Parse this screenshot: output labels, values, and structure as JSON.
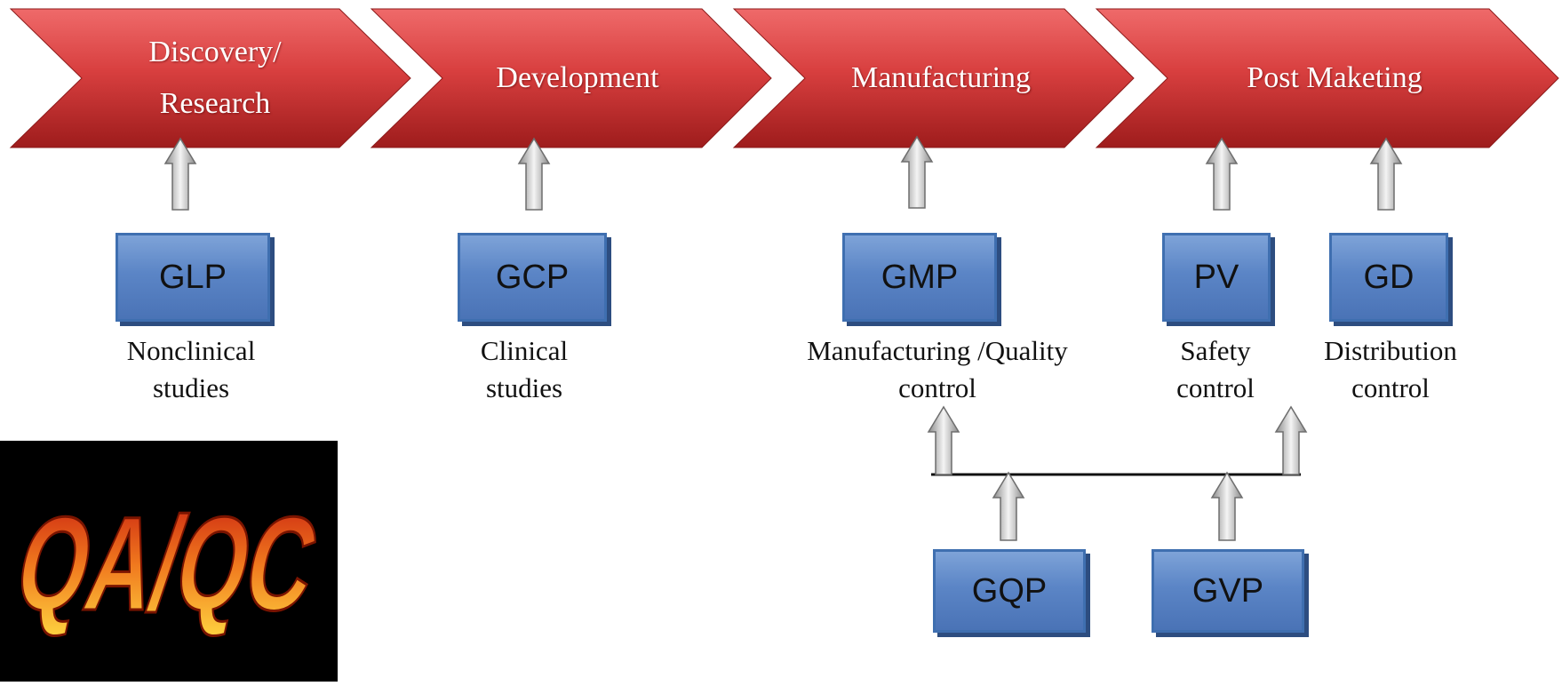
{
  "stages": [
    {
      "id": "discovery",
      "label": "Discovery/\nResearch"
    },
    {
      "id": "development",
      "label": "Development"
    },
    {
      "id": "manufacturing",
      "label": "Manufacturing"
    },
    {
      "id": "post-marketing",
      "label": "Post Maketing"
    }
  ],
  "practice_boxes": [
    {
      "id": "glp",
      "label": "GLP",
      "caption": "Nonclinical\nstudies"
    },
    {
      "id": "gcp",
      "label": "GCP",
      "caption": "Clinical\nstudies"
    },
    {
      "id": "gmp",
      "label": "GMP",
      "caption": "Manufacturing /Quality\ncontrol"
    },
    {
      "id": "pv",
      "label": "PV",
      "caption": "Safety\ncontrol"
    },
    {
      "id": "gd",
      "label": "GD",
      "caption": "Distribution\ncontrol"
    }
  ],
  "support_boxes": [
    {
      "id": "gqp",
      "label": "GQP"
    },
    {
      "id": "gvp",
      "label": "GVP"
    }
  ],
  "logo": {
    "text": "QA/QC"
  },
  "colors": {
    "chevron": "#d43c3c",
    "box": "#5b85c6",
    "logo_background": "#000000"
  }
}
